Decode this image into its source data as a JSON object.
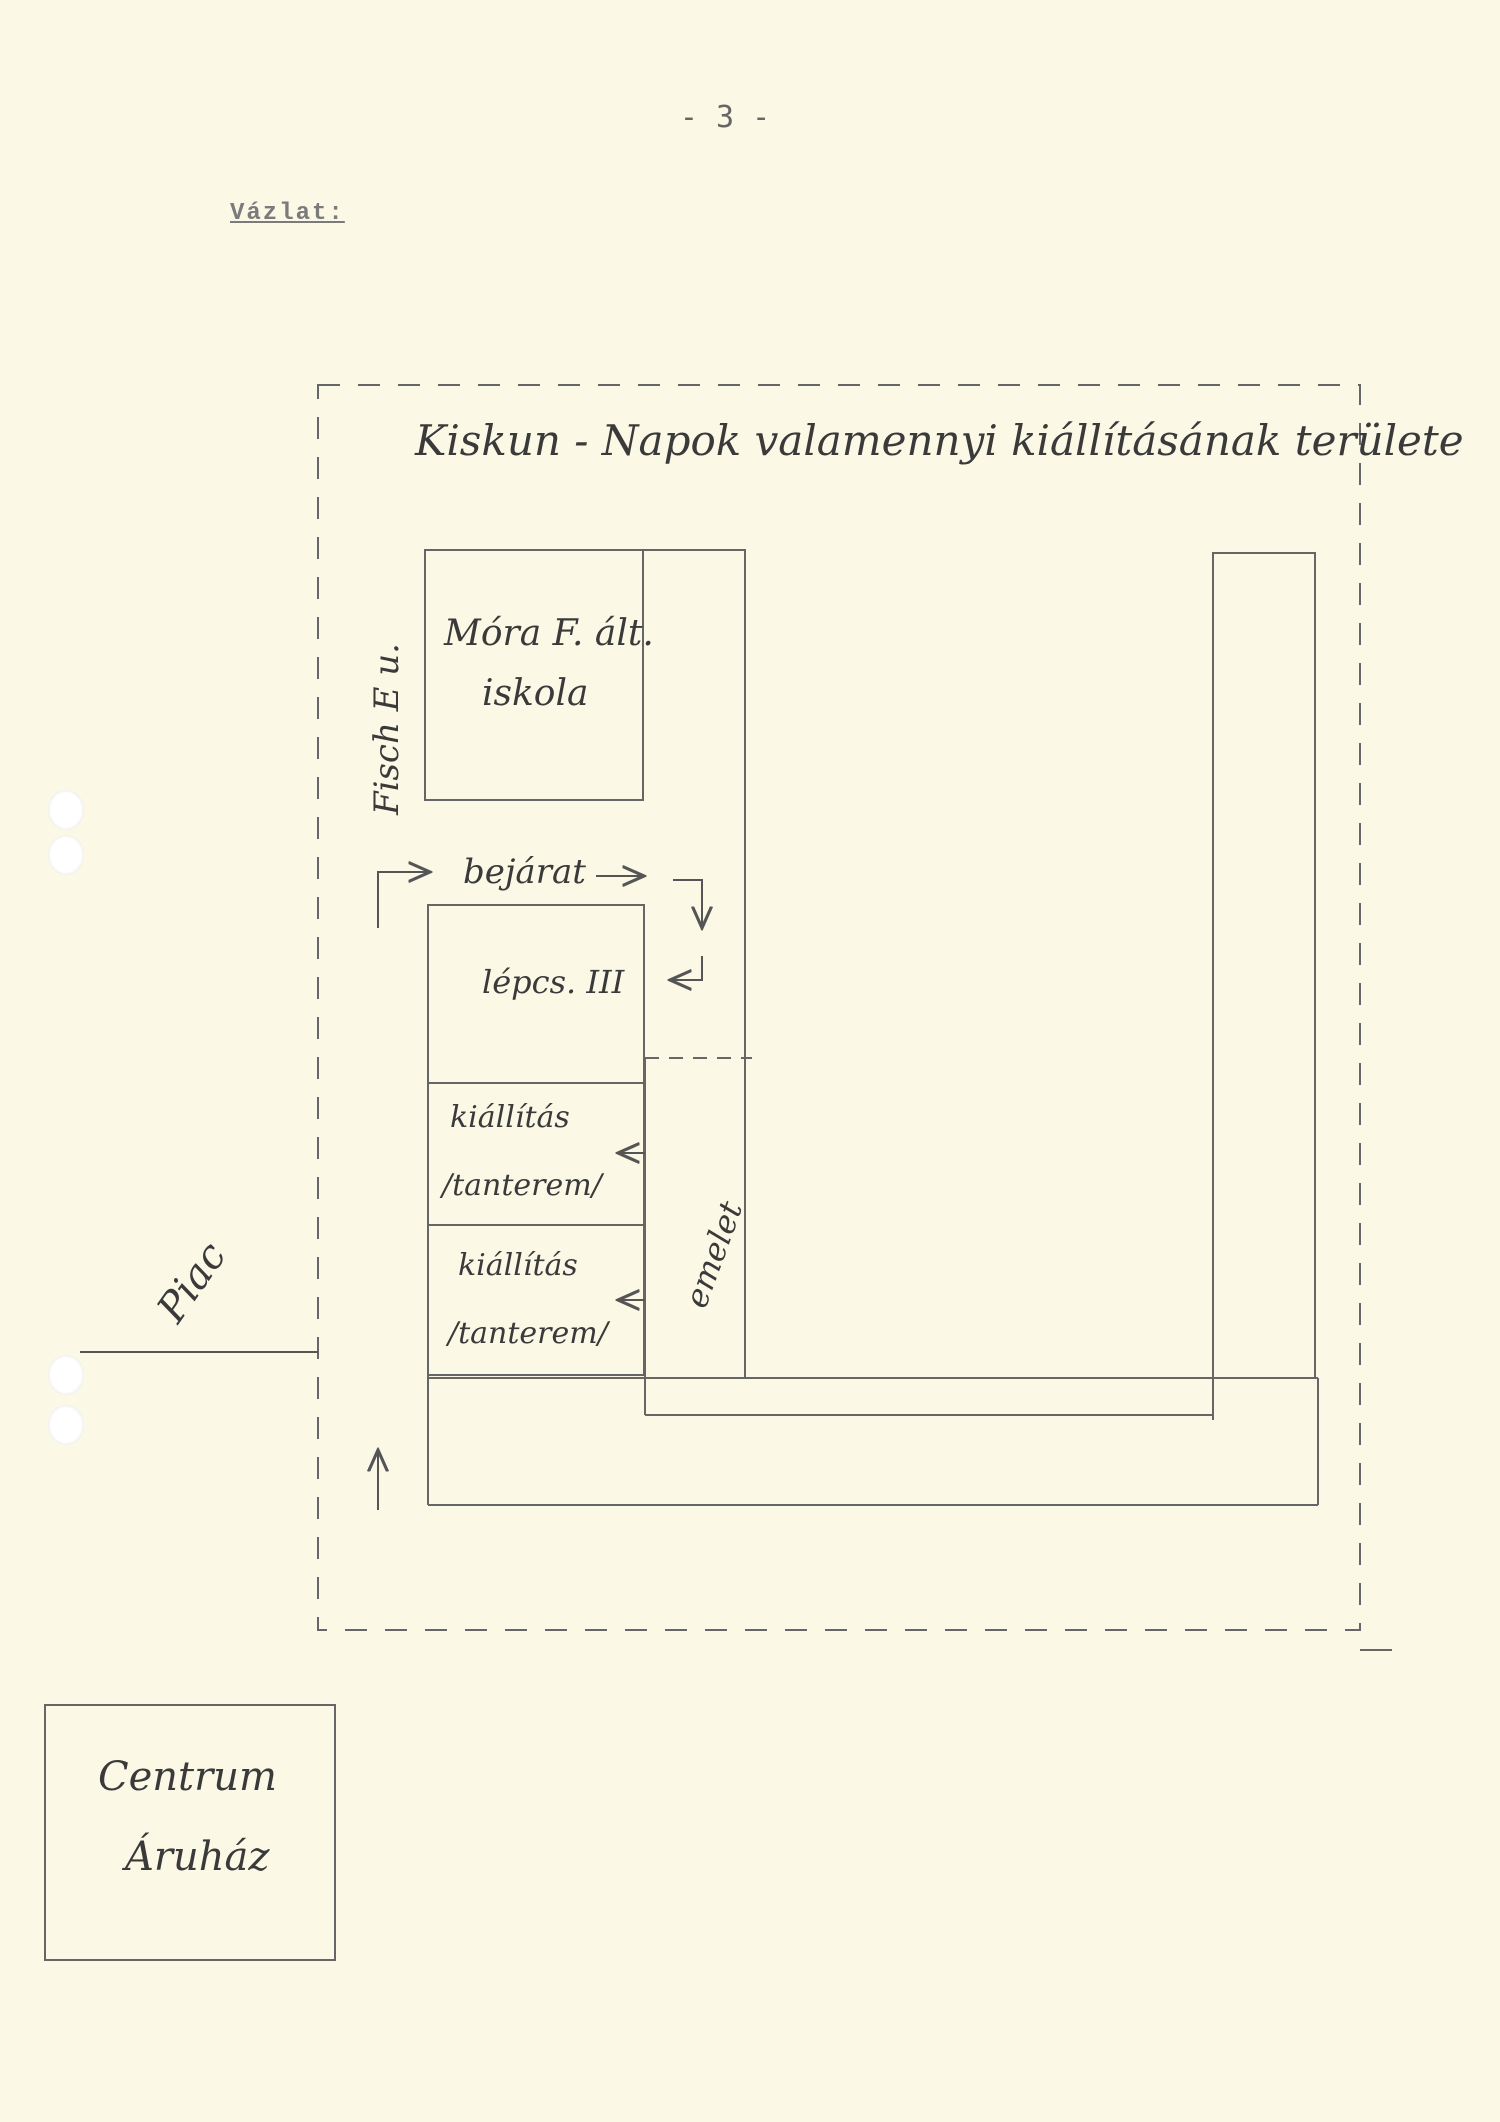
{
  "page_number": "- 3 -",
  "heading": "Vázlat:",
  "diagram": {
    "area_title": "Kiskun - Napok valamennyi kiállításának területe",
    "street": "Fisch E u.",
    "school": [
      "Móra F. ált.",
      "iskola"
    ],
    "entrance": "bejárat",
    "staircase": "lépcs. III",
    "room_1": [
      "kiállítás",
      "/tanterem/"
    ],
    "room_2": [
      "kiállítás",
      "/tanterem/"
    ],
    "floor": "emelet",
    "market": "Piac",
    "store": [
      "Centrum",
      "Áruház"
    ]
  }
}
